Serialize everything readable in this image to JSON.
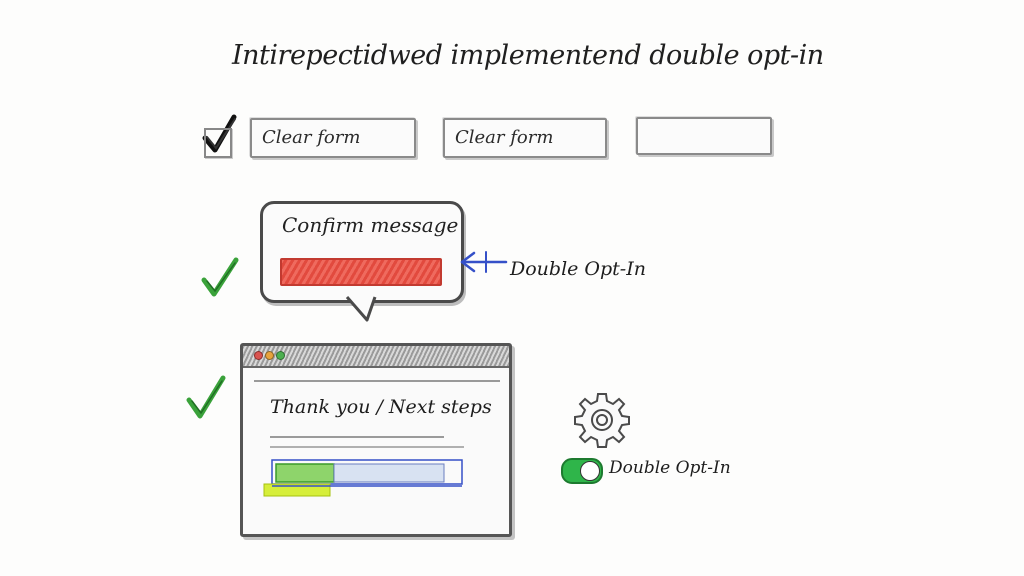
{
  "title": "Intirepectidwed implementend double opt-in",
  "form": {
    "field1_label": "Clear form",
    "field2_label": "Clear form",
    "field3_label": ""
  },
  "confirm": {
    "bubble_title": "Confirm message",
    "side_label": "Double Opt-In"
  },
  "thankyou": {
    "heading": "Thank you / Next steps"
  },
  "settings": {
    "toggle_label": "Double Opt-In",
    "toggle_state": "on",
    "toggle_color": "#2fb54a"
  },
  "icons": [
    "black-checkmark-icon",
    "green-checkmark-icon",
    "green-checkmark-icon",
    "gear-icon",
    "arrow-icon",
    "toggle-switch-icon"
  ],
  "colors": {
    "confirm_bar": "#e24a3e",
    "check_green": "#3aa23a",
    "arrow_blue": "#3550c8"
  }
}
